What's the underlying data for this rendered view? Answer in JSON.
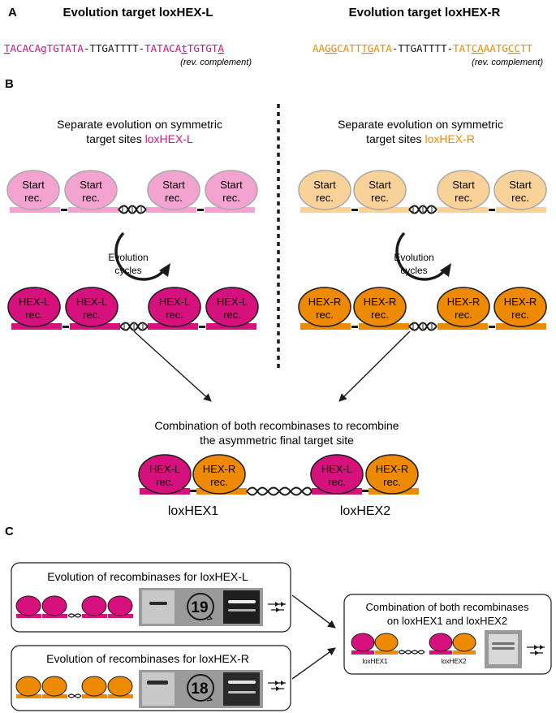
{
  "colors": {
    "magenta": "#d6117e",
    "light_pink": "#f3a3d0",
    "orange": "#ee8a00",
    "light_orange": "#f9d29a",
    "dark": "#1a1a1a"
  },
  "panel_a": {
    "label": "A",
    "left_title": "Evolution target loxHEX-L",
    "right_title": "Evolution target loxHEX-R",
    "left_seq": {
      "segments": [
        {
          "text": "T",
          "color": "magenta",
          "u": true
        },
        {
          "text": "ACACA",
          "color": "magenta",
          "u": false
        },
        {
          "text": "g",
          "color": "magenta",
          "u": true
        },
        {
          "text": "TGTATA",
          "color": "magenta",
          "u": false
        },
        {
          "text": "-TTGATTTT-",
          "color": "dark",
          "u": false
        },
        {
          "text": "TATACA",
          "color": "magenta",
          "u": false
        },
        {
          "text": "t",
          "color": "magenta",
          "u": true
        },
        {
          "text": "TGTGT",
          "color": "magenta",
          "u": false
        },
        {
          "text": "A",
          "color": "magenta",
          "u": true
        }
      ]
    },
    "right_seq": {
      "segments": [
        {
          "text": "AA",
          "color": "orange",
          "u": false
        },
        {
          "text": "GG",
          "color": "orange",
          "u": true
        },
        {
          "text": "CATT",
          "color": "orange",
          "u": false
        },
        {
          "text": "TG",
          "color": "orange",
          "u": true
        },
        {
          "text": "ATA",
          "color": "orange",
          "u": false
        },
        {
          "text": "-TTGATTTT-",
          "color": "dark",
          "u": false
        },
        {
          "text": "TAT",
          "color": "orange",
          "u": false
        },
        {
          "text": "CA",
          "color": "orange",
          "u": true
        },
        {
          "text": "AATG",
          "color": "orange",
          "u": false
        },
        {
          "text": "CC",
          "color": "orange",
          "u": true
        },
        {
          "text": "TT",
          "color": "orange",
          "u": false
        }
      ]
    },
    "rev_note": "(rev. complement)"
  },
  "panel_b": {
    "label": "B",
    "left_heading_1": "Separate evolution on symmetric",
    "left_heading_2_prefix": "target sites ",
    "left_heading_2_site": "loxHEX-L",
    "right_heading_1": "Separate evolution on symmetric",
    "right_heading_2_prefix": "target sites ",
    "right_heading_2_site": "loxHEX-R",
    "start_line1": "Start",
    "start_line2": "rec.",
    "evolution_line1": "Evolution",
    "evolution_line2": "cycles",
    "hexl_line1": "HEX-L",
    "hexr_line1": "HEX-R",
    "rec_line2": "rec.",
    "combination_line1": "Combination of both recombinases to recombine",
    "combination_line2": "the asymmetric final target site",
    "site1": "loxHEX1",
    "site2": "loxHEX2"
  },
  "panel_c": {
    "label": "C",
    "box1_title": "Evolution of recombinases for loxHEX-L",
    "box1_cycles": "19",
    "box2_title": "Evolution of recombinases for loxHEX-R",
    "box2_cycles": "18",
    "box3_title_1": "Combination of both recombinases",
    "box3_title_2": "on loxHEX1 and loxHEX2",
    "small_site1": "loxHEX1",
    "small_site2": "loxHEX2"
  }
}
